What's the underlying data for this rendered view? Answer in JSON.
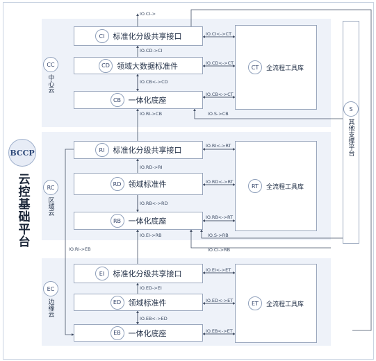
{
  "platform": {
    "badge": "BCCP",
    "title": "云控基础平台"
  },
  "side_system": {
    "badge": "S",
    "label": "其他支撑平台"
  },
  "tiers": {
    "center": {
      "badge": "CC",
      "label": "中心云",
      "boxes": [
        {
          "badge": "CI",
          "label": "标准化分级共享接口"
        },
        {
          "badge": "CD",
          "label": "领域大数据标准件"
        },
        {
          "badge": "CB",
          "label": "一体化底座"
        }
      ],
      "tool": {
        "badge": "CT",
        "label": "全流程工具库"
      },
      "links": [
        "IO.CI<->CT",
        "IO.CD<->CT",
        "IO.CB<->CT"
      ],
      "flows": [
        "IO.CI->",
        "IO.CD->CI",
        "IO.CB<->CD",
        "IO.RI->CB",
        "IO.S->CB"
      ]
    },
    "region": {
      "badge": "RC",
      "label": "区域云",
      "boxes": [
        {
          "badge": "RI",
          "label": "标准化分级共享接口"
        },
        {
          "badge": "RD",
          "label": "领域标准件"
        },
        {
          "badge": "RB",
          "label": "一体化底座"
        }
      ],
      "tool": {
        "badge": "RT",
        "label": "全流程工具库"
      },
      "links": [
        "IO.RI<->RT",
        "IO.RD<->RT",
        "IO.RB<->RT"
      ],
      "flows": [
        "IO.RD->RI",
        "IO.RB<->RD",
        "IO.EI->RB",
        "IO.S->RB",
        "IO.CI->RB",
        "IO.RI->EB"
      ]
    },
    "edge": {
      "badge": "EC",
      "label": "边缘云",
      "boxes": [
        {
          "badge": "EI",
          "label": "标准化分级共享接口"
        },
        {
          "badge": "ED",
          "label": "领域标准件"
        },
        {
          "badge": "EB",
          "label": "一体化底座"
        }
      ],
      "tool": {
        "badge": "ET",
        "label": "全流程工具库"
      },
      "links": [
        "IO.EI<->ET",
        "IO.ED<->ET",
        "IO.EB<->ET"
      ],
      "flows": [
        "IO.ED->EI",
        "IO.EB<->ED"
      ]
    }
  }
}
